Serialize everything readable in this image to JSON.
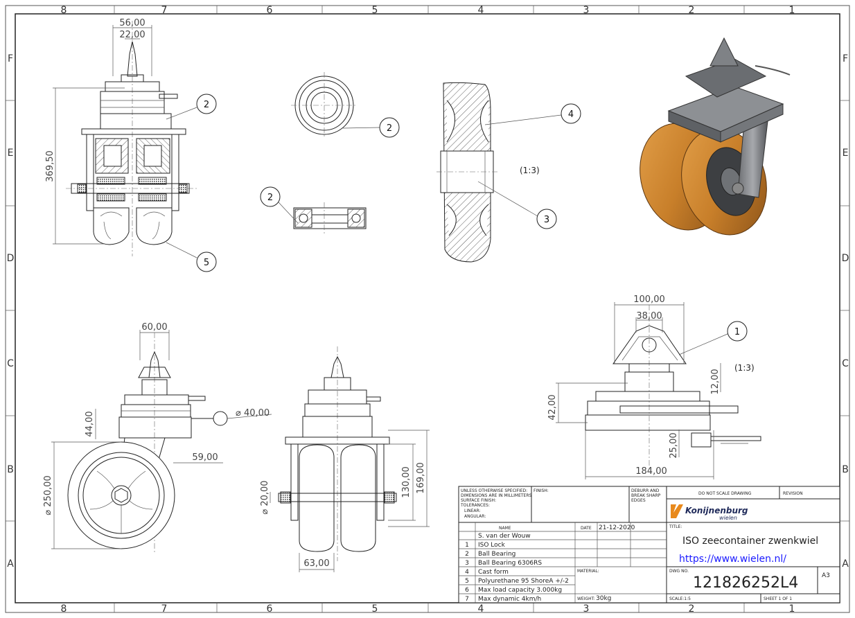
{
  "zones": {
    "top_cols": [
      "8",
      "7",
      "6",
      "5",
      "4",
      "3",
      "2",
      "1"
    ],
    "bottom_cols": [
      "8",
      "7",
      "6",
      "5",
      "4",
      "3",
      "2",
      "1"
    ],
    "left_rows": [
      "F",
      "E",
      "D",
      "C",
      "B",
      "A"
    ],
    "right_rows": [
      "F",
      "E",
      "D",
      "C",
      "B",
      "A"
    ]
  },
  "dimensions": {
    "top_width_56": "56,00",
    "top_width_22": "22,00",
    "front_height": "369,50",
    "side_width_60": "60,00",
    "side_44": "44,00",
    "side_dia_40": "⌀ 40,00",
    "side_59": "59,00",
    "side_dia_250": "⌀ 250,00",
    "front2_dia_20": "⌀ 20,00",
    "front2_130": "130,00",
    "front2_169": "169,00",
    "front2_63": "63,00",
    "detail_100": "100,00",
    "detail_38": "38,00",
    "detail_12": "12,00",
    "detail_42": "42,00",
    "detail_25": "25,00",
    "detail_184": "184,00"
  },
  "balloons": {
    "b_front_2": "2",
    "b_front_5": "5",
    "b_bearing_2a": "2",
    "b_bearing_2b": "2",
    "b_wheel_4": "4",
    "b_wheel_3": "3",
    "b_detail_1": "1"
  },
  "scales": {
    "wheel_section": "(1:3)",
    "detail": "(1:3)"
  },
  "title_block": {
    "general_notes": [
      "UNLESS OTHERWISE SPECIFIED:",
      "DIMENSIONS ARE IN MILLIMETERS",
      "SURFACE FINISH:",
      "TOLERANCES:",
      "LINEAR:",
      "ANGULAR:"
    ],
    "finish_label": "FINISH:",
    "deburr_label": [
      "DEBURR AND",
      "BREAK SHARP",
      "EDGES"
    ],
    "do_not_scale": "DO NOT SCALE DRAWING",
    "revision_label": "REVISION",
    "company_name": "Konijnenburg",
    "company_sub": "wielen",
    "name_header": "NAME",
    "date_header": "DATE",
    "drawn_name": "S. van der Wouw",
    "drawn_date": "21-12-2020",
    "title_label": "TITLE:",
    "title": "ISO zeecontainer zwenkwiel",
    "url": "https://www.wielen.nl/",
    "material_label": "MATERIAL:",
    "dwg_no_label": "DWG NO.",
    "dwg_no": "121826252L4",
    "size": "A3",
    "weight_label": "WEIGHT:",
    "weight": "30kg",
    "scale_label": "SCALE:1:5",
    "sheet": "SHEET 1 OF 1",
    "bom": [
      {
        "no": "1",
        "desc": "ISO Lock"
      },
      {
        "no": "2",
        "desc": "Ball Bearing"
      },
      {
        "no": "3",
        "desc": "Ball Bearing 6306RS"
      },
      {
        "no": "4",
        "desc": "Cast form"
      },
      {
        "no": "5",
        "desc": "Polyurethane 95 ShoreA +/-2"
      },
      {
        "no": "6",
        "desc": "Max load capacity 3.000kg"
      },
      {
        "no": "7",
        "desc": "Max dynamic 4km/h"
      }
    ]
  },
  "colors": {
    "line": "#222222",
    "polyurethane": "#c87f2a",
    "link": "#1a1aff",
    "logo_orange": "#e8891c"
  }
}
